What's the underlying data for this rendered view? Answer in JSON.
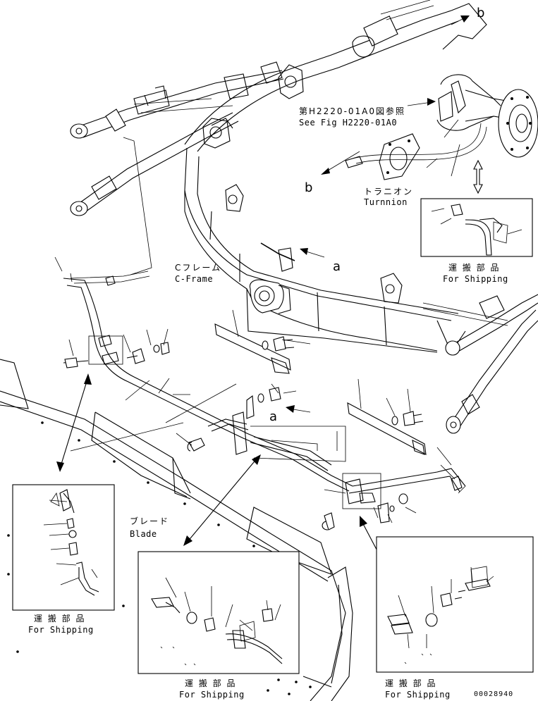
{
  "labels": {
    "ref_jp": "第H2220-01A0図参照",
    "ref_en": "See Fig H2220-01A0",
    "trunnion_jp": "トラニオン",
    "trunnion_en": "Turnnion",
    "cframe_jp": "Cフレーム",
    "cframe_en": "C-Frame",
    "blade_jp": "ブレード",
    "blade_en": "Blade",
    "ship_jp": "運 搬 部 品",
    "ship_en": "For Shipping",
    "callout_a": "a",
    "callout_b": "b",
    "part_number": "00028940"
  }
}
